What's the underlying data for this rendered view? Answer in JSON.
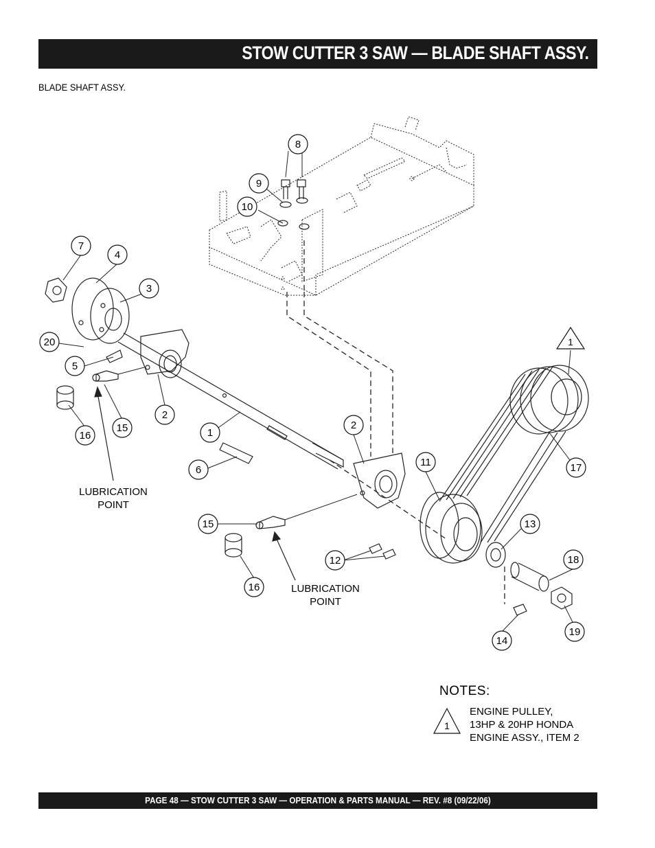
{
  "header": {
    "title": "STOW CUTTER 3 SAW — BLADE SHAFT ASSY."
  },
  "subtitle": "BLADE SHAFT ASSY.",
  "callouts": {
    "c1": "1",
    "c2a": "2",
    "c2b": "2",
    "c3": "3",
    "c4": "4",
    "c5": "5",
    "c6": "6",
    "c7": "7",
    "c8": "8",
    "c9": "9",
    "c10": "10",
    "c11": "11",
    "c12": "12",
    "c13": "13",
    "c14": "14",
    "c15a": "15",
    "c15b": "15",
    "c16a": "16",
    "c16b": "16",
    "c17": "17",
    "c18": "18",
    "c19": "19",
    "c20": "20",
    "tri1": "1"
  },
  "lubrication": {
    "upper_line1": "LUBRICATION",
    "upper_line2": "POINT",
    "lower_line1": "LUBRICATION",
    "lower_line2": "POINT"
  },
  "notes": {
    "heading": "NOTES:",
    "marker": "1",
    "lines": [
      "ENGINE PULLEY,",
      "13HP & 20HP HONDA",
      "ENGINE ASSY., ITEM 2"
    ]
  },
  "footer": {
    "text": "PAGE 48 — STOW CUTTER 3 SAW — OPERATION & PARTS MANUAL — REV. #8 (09/22/06)"
  }
}
